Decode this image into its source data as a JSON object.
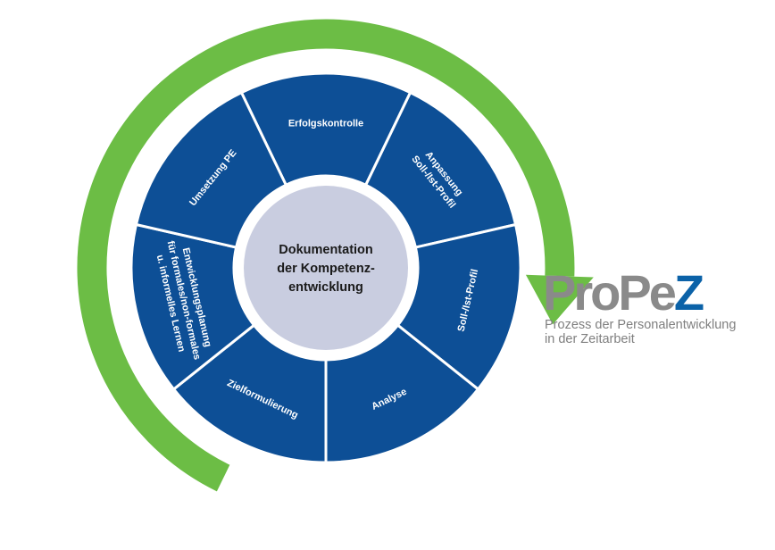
{
  "center": {
    "lines": [
      "Dokumentation",
      "der Kompetenz-",
      "entwicklung"
    ]
  },
  "segments": [
    {
      "id": "erfolgskontrolle",
      "lines": [
        "Erfolgskontrolle"
      ]
    },
    {
      "id": "anpassung",
      "lines": [
        "Anpassung",
        "Soll-/Ist-Profil"
      ]
    },
    {
      "id": "soll-ist-profil",
      "lines": [
        "Soll-/Ist-Profil"
      ]
    },
    {
      "id": "analyse",
      "lines": [
        "Analyse"
      ]
    },
    {
      "id": "zielformulierung",
      "lines": [
        "Zielformulierung"
      ]
    },
    {
      "id": "entwicklungsplanung",
      "lines": [
        "Entwicklungsplanung",
        "für formales/non-formales",
        "u. informelles Lernen"
      ]
    },
    {
      "id": "umsetzung",
      "lines": [
        "Umsetzung PE"
      ]
    }
  ],
  "brand": {
    "logo_part1": "ProPe",
    "logo_part2": "Z",
    "tagline_1": "Prozess der Personalentwicklung",
    "tagline_2": "in der Zeitarbeit"
  },
  "colors": {
    "cycle_arrow": "#6cbd45",
    "segment_fill": "#0d4f96",
    "center_fill": "#c9cde0",
    "logo_gray": "#8a8a8a",
    "logo_blue": "#0b62a8"
  }
}
